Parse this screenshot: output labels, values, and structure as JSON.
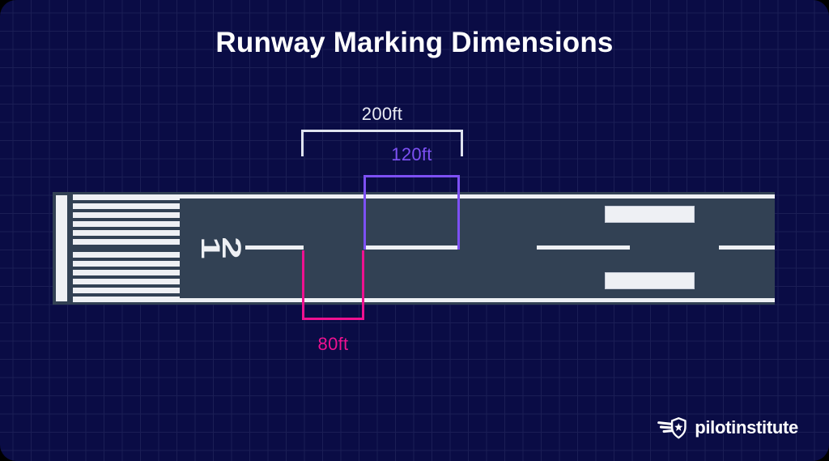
{
  "title": "Runway Marking Dimensions",
  "colors": {
    "background": "#0a0c45",
    "grid": "#1b1e55",
    "runway": "#324154",
    "marking": "#eef0f4",
    "purple": "#7d50f4",
    "magenta": "#ee1190"
  },
  "runway": {
    "number": "12",
    "digits": [
      "1",
      "2"
    ]
  },
  "labels": {
    "total": "200ft",
    "stripe": "120ft",
    "gap": "80ft"
  },
  "branding": {
    "name": "pilotinstitute",
    "icon": "winged-star-badge"
  }
}
